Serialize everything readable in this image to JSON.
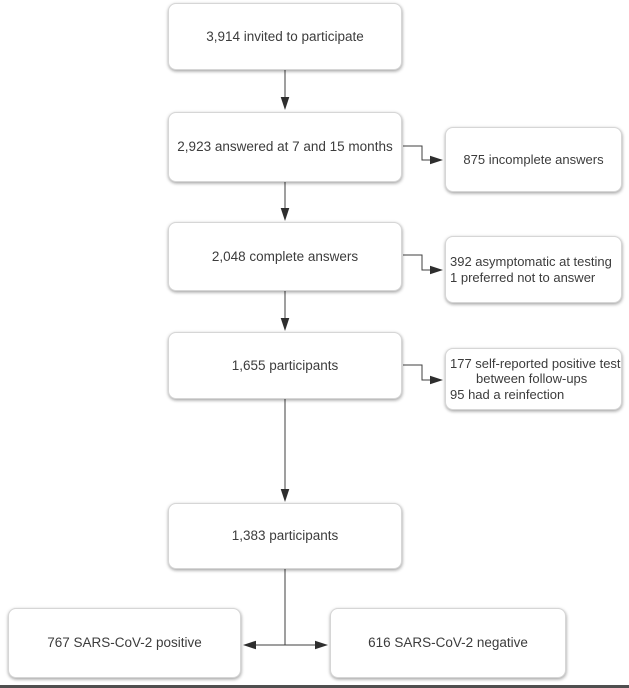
{
  "figure": {
    "title": "participant-flow-diagram",
    "colors": {
      "background": "#ffffff",
      "box_fill": "#ffffff",
      "box_border": "#d6d6d6",
      "text": "#3c3c3c",
      "connector": "#3f3f3f",
      "arrowhead": "#2e2e2e",
      "bottom_rule": "#4f4f4f"
    }
  },
  "nodes": {
    "main": [
      {
        "label": "3,914 invited to participate"
      },
      {
        "label": "2,923 answered at 7 and 15 months"
      },
      {
        "label": "2,048 complete answers"
      },
      {
        "label": "1,655 participants"
      },
      {
        "label": "1,383 participants"
      }
    ],
    "side": [
      {
        "lines": [
          "875 incomplete answers"
        ]
      },
      {
        "lines": [
          "392 asymptomatic at testing",
          "1 preferred not to answer"
        ]
      },
      {
        "lines": [
          "177 self-reported positive test",
          "between follow-ups",
          "95 had a reinfection"
        ]
      }
    ],
    "outcomes": [
      {
        "label": "767 SARS-CoV-2 positive"
      },
      {
        "label": "616 SARS-CoV-2 negative"
      }
    ]
  }
}
